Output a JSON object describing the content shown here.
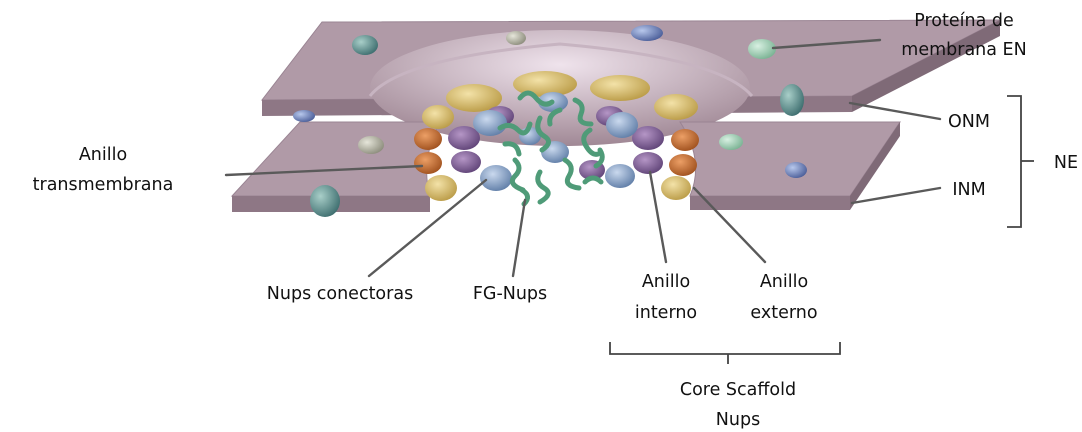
{
  "labels": {
    "en_protein": [
      "Proteína de",
      "membrana EN"
    ],
    "onm": "ONM",
    "inm": "INM",
    "ne": "NE",
    "transmembrane_ring": [
      "Anillo",
      "transmembrana"
    ],
    "connector_nups": "Nups conectoras",
    "fg_nups": "FG-Nups",
    "inner_ring": [
      "Anillo",
      "interno"
    ],
    "outer_ring": [
      "Anillo",
      "externo"
    ],
    "core_scaffold": [
      "Core Scaffold",
      "Nups"
    ]
  },
  "colors": {
    "membrane_top": "#b09aa7",
    "membrane_side": "#8e7785",
    "membrane_inner": "#c9b7c4",
    "ring_yellow": "#dcc170",
    "ring_orange": "#c8763a",
    "ring_purple": "#8c6a9e",
    "ring_blue": "#8fa8c8",
    "fg_green": "#4f9b78",
    "protein_teal": "#5c8e8e",
    "leader_line": "#5a5a5a"
  }
}
